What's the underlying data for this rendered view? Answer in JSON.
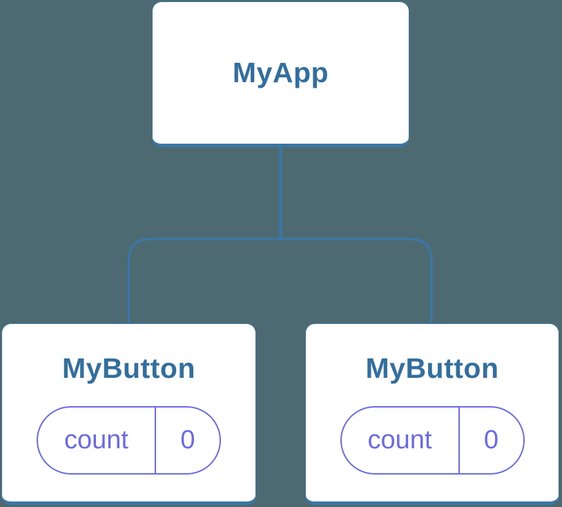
{
  "colors": {
    "background": "#4d6972",
    "node_fill": "#ffffff",
    "connector_blue": "#3a76a6",
    "node_title_blue": "#336f9e",
    "state_purple": "#6a6ae4"
  },
  "tree": {
    "root": {
      "label": "MyApp"
    },
    "children": [
      {
        "label": "MyButton",
        "state": {
          "key": "count",
          "value": "0"
        }
      },
      {
        "label": "MyButton",
        "state": {
          "key": "count",
          "value": "0"
        }
      }
    ]
  }
}
